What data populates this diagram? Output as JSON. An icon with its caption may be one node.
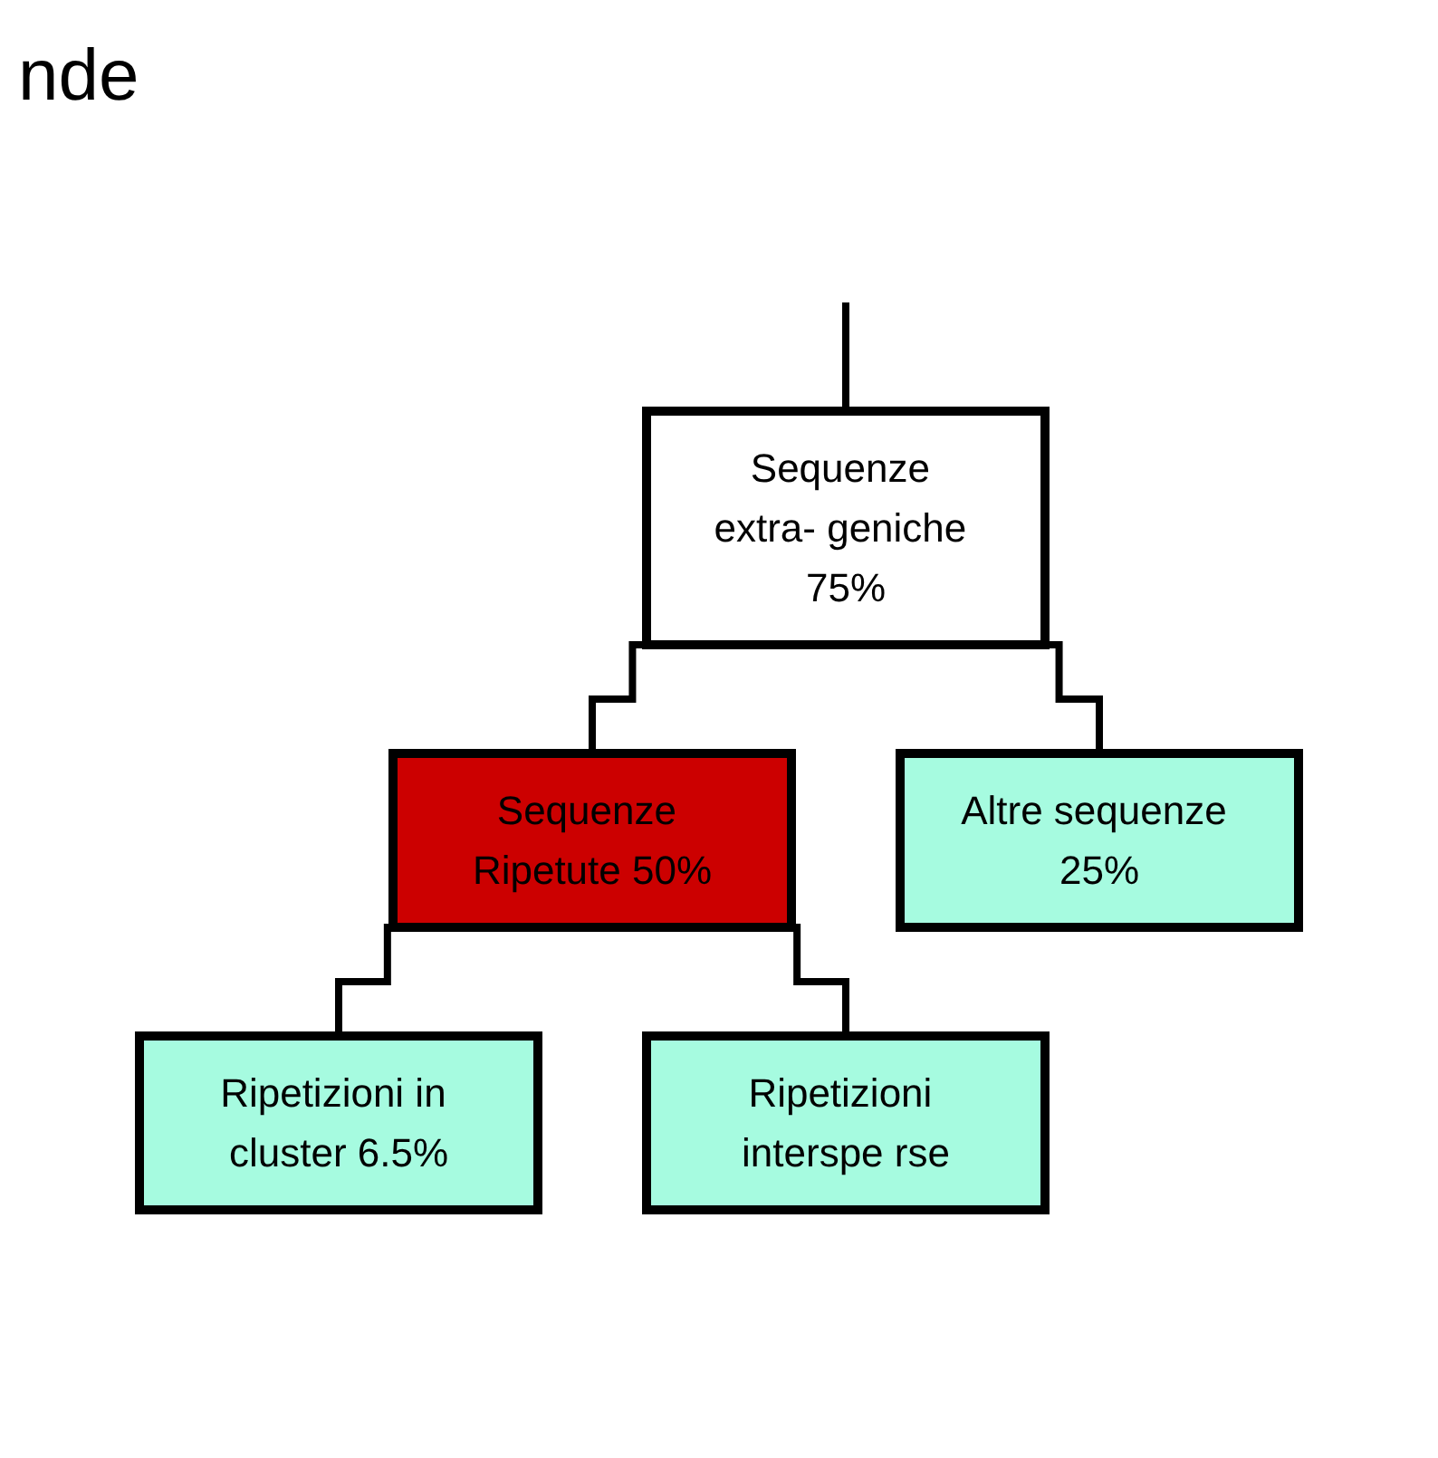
{
  "diagram": {
    "nodes": [
      {
        "text": [
          "Sequenze extra- geniche 75%"
        ]
      },
      {
        "text": [
          "Sequenze Ripetute 50%"
        ]
      },
      {
        "text": [
          "Altre sequenze 25%"
        ]
      },
      {
        "text": [
          "Ripetizioni in cluster 6.5%"
        ]
      },
      {
        "text": [
          "Ripetizioni interspe rse"
        ]
      }
    ],
    "edges": [
      {
        "from": null,
        "to": 0,
        "arrow": "none"
      },
      {
        "from": 0,
        "to": 1,
        "arrow": "none"
      },
      {
        "from": 0,
        "to": 2,
        "arrow": "none"
      },
      {
        "from": 1,
        "to": 3,
        "arrow": "none"
      },
      {
        "from": 1,
        "to": 4,
        "arrow": "none"
      }
    ],
    "labels": [
      "nde"
    ]
  }
}
